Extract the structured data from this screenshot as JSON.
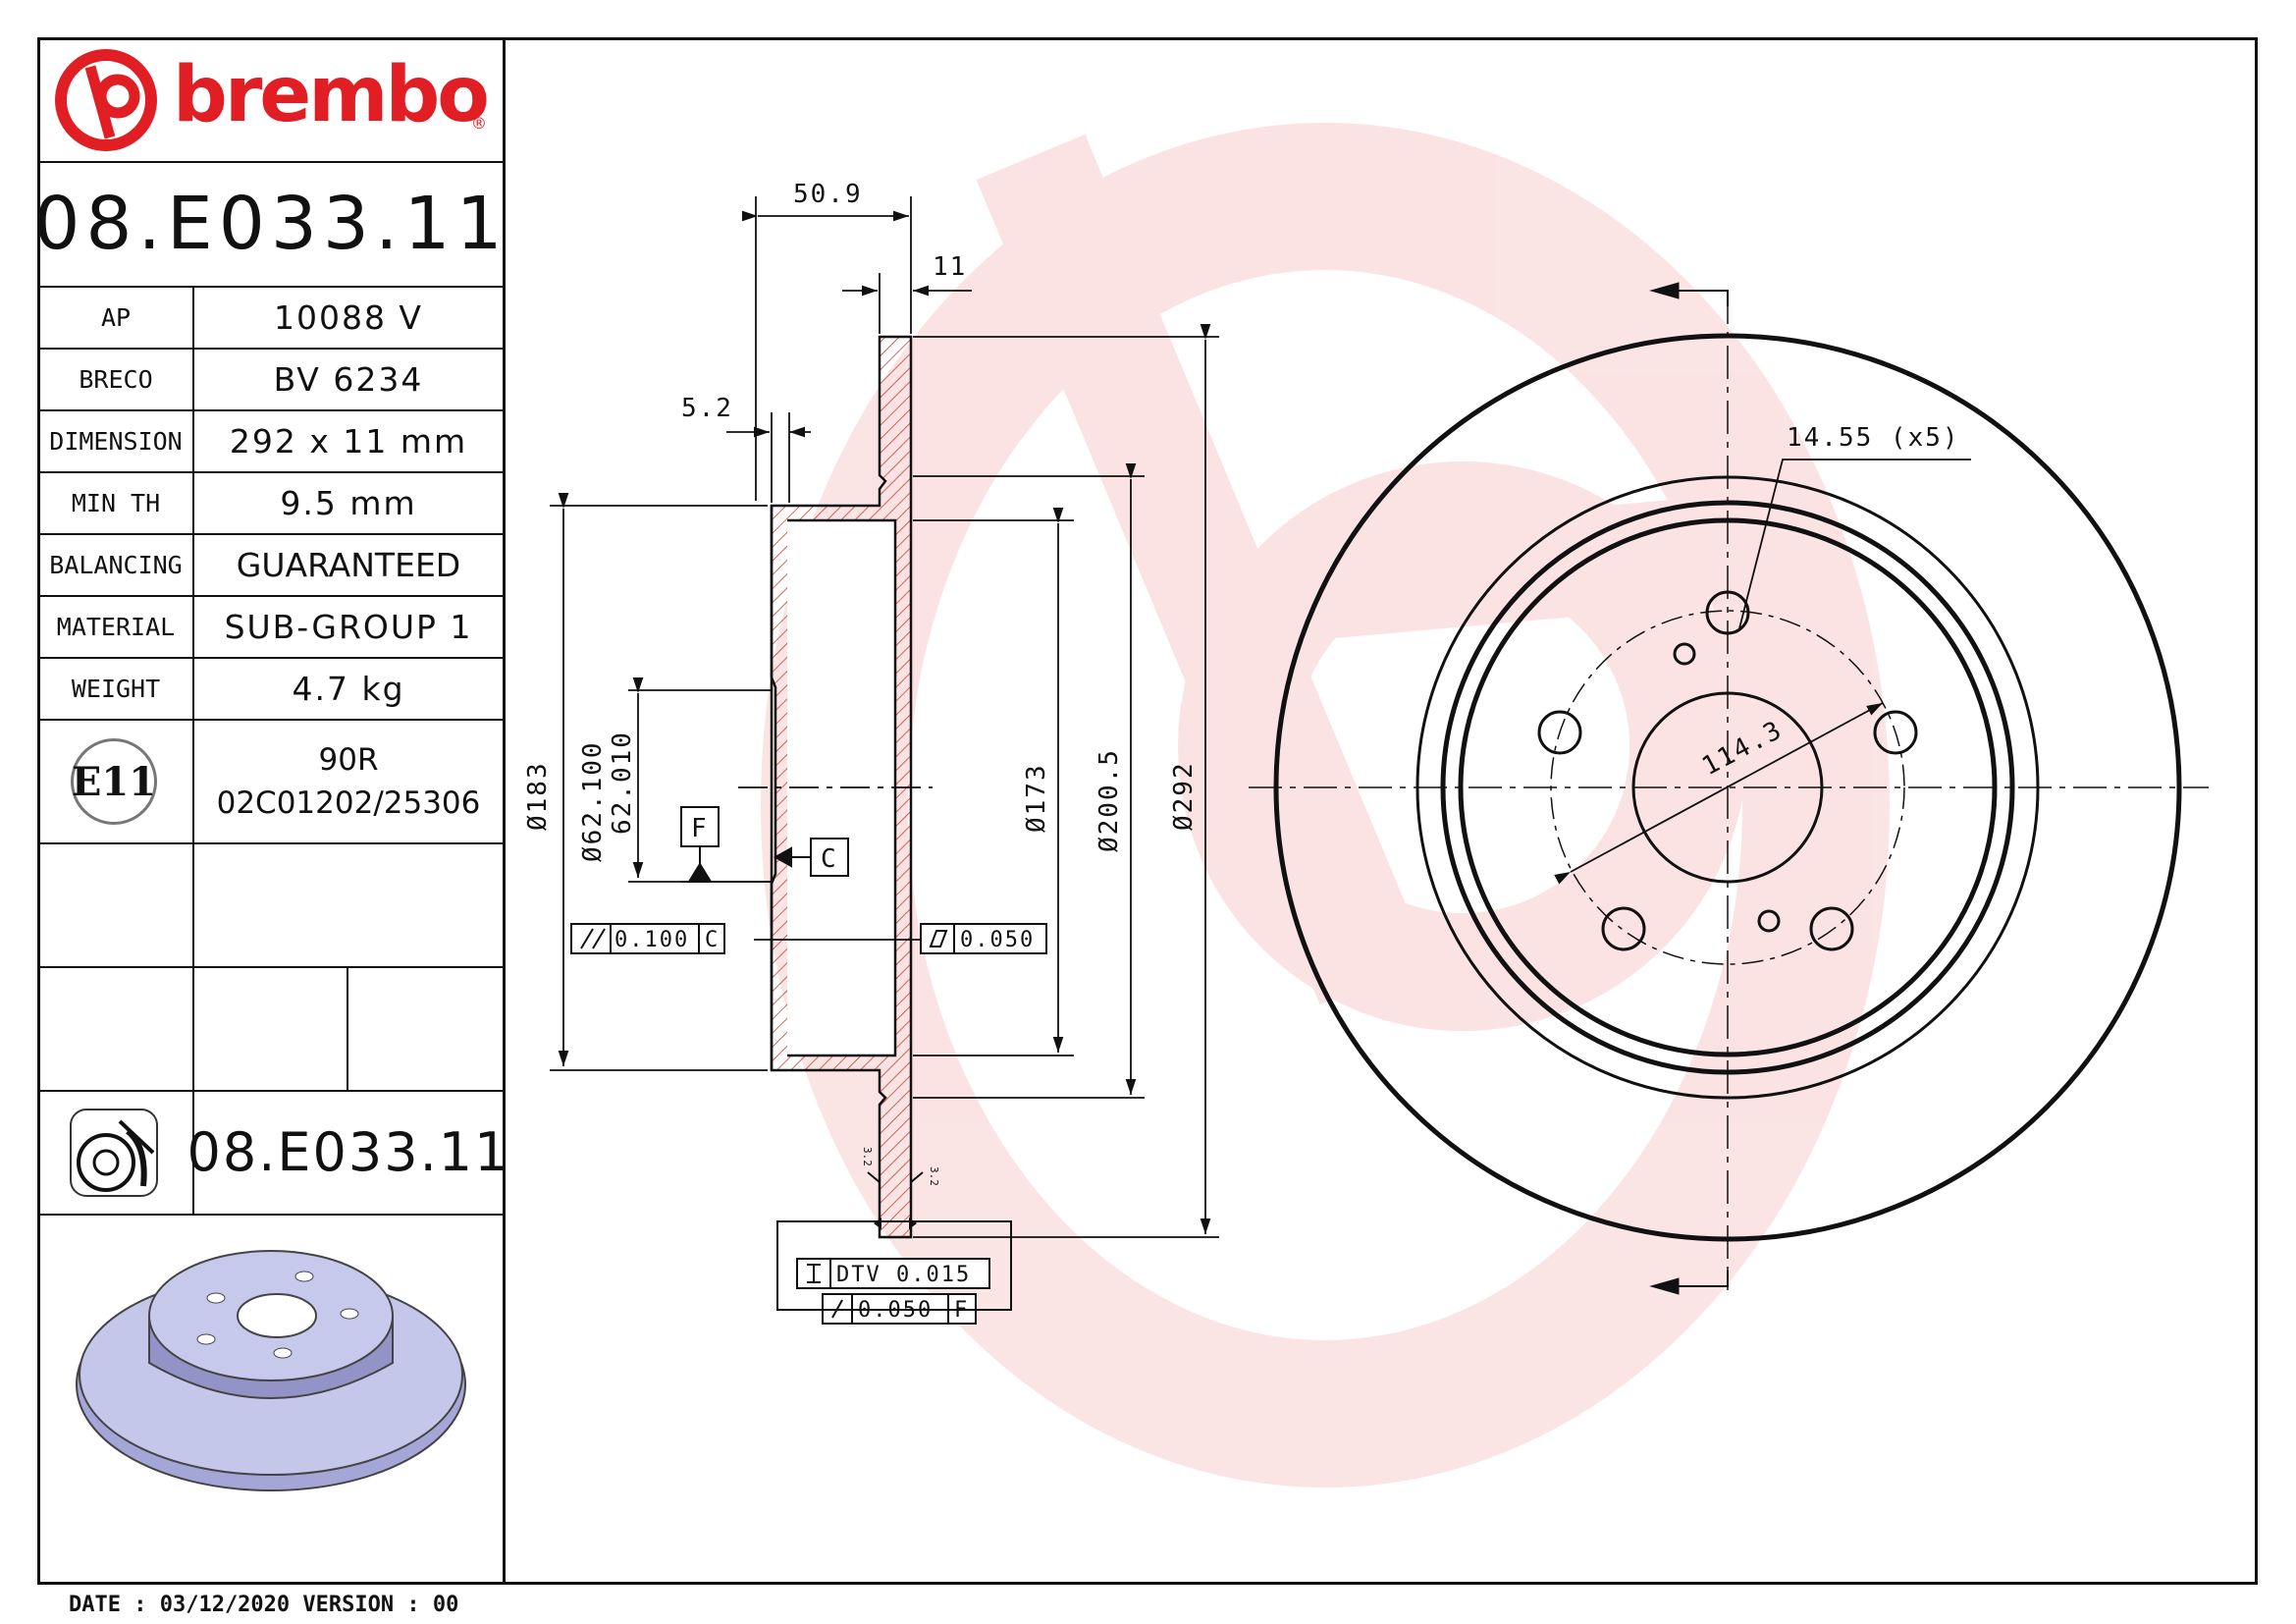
{
  "brand": {
    "name": "brembo",
    "color": "#e01e24",
    "registered": "®"
  },
  "part_number": "08.E033.11",
  "specs": [
    {
      "key": "AP",
      "value": "10088 V"
    },
    {
      "key": "BRECO",
      "value": "BV 6234"
    },
    {
      "key": "DIMENSION",
      "value": "292 x 11 mm"
    },
    {
      "key": "MIN TH",
      "value": "9.5 mm"
    },
    {
      "key": "BALANCING",
      "value": "GUARANTEED"
    },
    {
      "key": "MATERIAL",
      "value": "SUB-GROUP 1"
    },
    {
      "key": "WEIGHT",
      "value": "4.7 kg"
    }
  ],
  "approval": {
    "mark": "E11",
    "line1": "90R",
    "line2": "02C01202/25306"
  },
  "secondary_code": {
    "icon": "brake-disc-icon",
    "number": "08.E033.11"
  },
  "footer": {
    "text": "DATE : 03/12/2020 VERSION : 00"
  },
  "drawing": {
    "dim_overall_width": "50.9",
    "dim_thickness": "11",
    "dim_hat_wall": "5.2",
    "dim_dia_183": "183",
    "dim_bore_1": "62.100",
    "dim_bore_2": "62.010",
    "dim_dia_173": "173",
    "dim_dia_2005": "200.5",
    "dim_dia_292": "292",
    "datum_f": "F",
    "datum_c": "C",
    "tol_parallel": "0.100",
    "tol_parallel_ref": "C",
    "tol_flatness": "0.050",
    "tol_dtv": "DTV 0.015",
    "tol_runout": "0.050",
    "tol_runout_ref": "F",
    "roughness": "3.2",
    "hole_dia": "14.55 (x5)",
    "pcd": "114.3"
  }
}
